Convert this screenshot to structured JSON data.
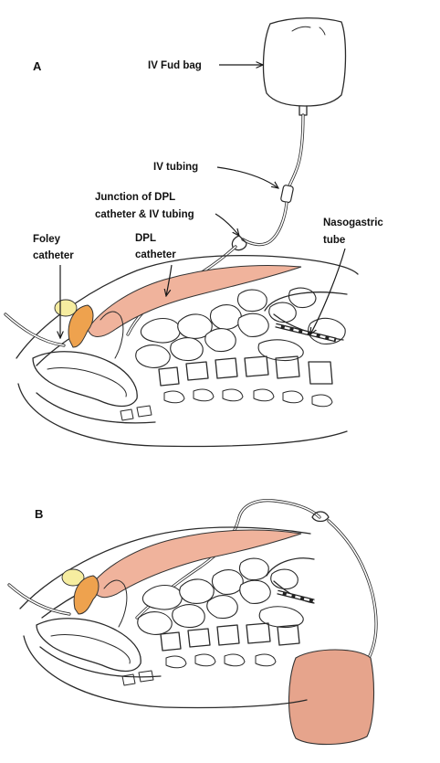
{
  "panels": {
    "a": {
      "letter": "A"
    },
    "b": {
      "letter": "B"
    }
  },
  "labels": {
    "iv_fluid_bag": "IV Fud bag",
    "iv_tubing": "IV tubing",
    "junction_line1": "Junction of DPL",
    "junction_line2": "catheter & IV tubing",
    "foley_line1": "Foley",
    "foley_line2": "catheter",
    "dpl_line1": "DPL",
    "dpl_line2": "catheter",
    "ng_line1": "Nasogastric",
    "ng_line2": "tube"
  },
  "colors": {
    "muscle": "#f0b39c",
    "bladder": "#eea24e",
    "fat_pad": "#f6eda0",
    "fluid_bag_b": "#e6a48c",
    "ink": "#2a2a2a"
  }
}
